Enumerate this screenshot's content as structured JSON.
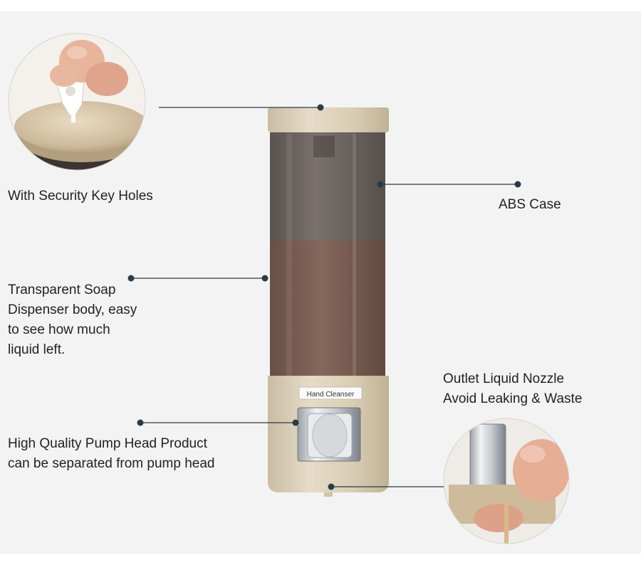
{
  "callouts": {
    "security": "With Security Key Holes",
    "abs": "ABS Case",
    "transparent": "Transparent Soap\nDispenser body, easy\nto see how much\nliquid left.",
    "outlet": "Outlet Liquid Nozzle\nAvoid Leaking & Waste",
    "pump": "High Quality Pump Head Product\ncan be separated from pump head"
  },
  "product": {
    "sticker": "Hand Cleanser"
  },
  "colors": {
    "gold": "#d8ccb4",
    "body": "#6f6661",
    "liquid": "#7a5d52",
    "pointer": "#2b3a47",
    "background": "#f3f3f3"
  }
}
